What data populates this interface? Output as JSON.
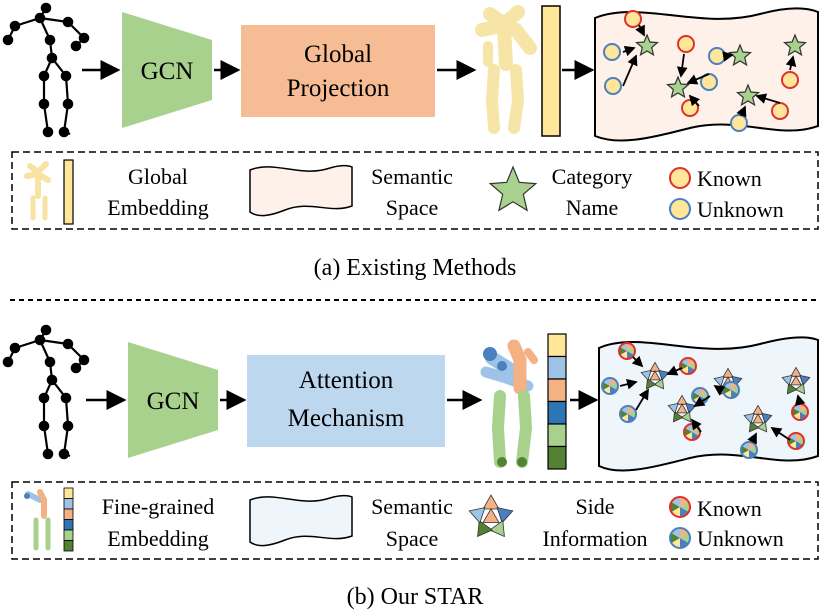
{
  "panel_a": {
    "encoder": "GCN",
    "module": [
      "Global",
      "Projection"
    ],
    "caption": "(a) Existing Methods",
    "legend": {
      "embedding": [
        "Global",
        "Embedding"
      ],
      "space": [
        "Semantic",
        "Space"
      ],
      "category": [
        "Category",
        "Name"
      ],
      "known": "Known",
      "unknown": "Unknown"
    }
  },
  "panel_b": {
    "encoder": "GCN",
    "module": [
      "Attention",
      "Mechanism"
    ],
    "caption": "(b) Our STAR",
    "legend": {
      "embedding": [
        "Fine-grained",
        "Embedding"
      ],
      "space": [
        "Semantic",
        "Space"
      ],
      "side": [
        "Side",
        "Information"
      ],
      "known": "Known",
      "unknown": "Unknown"
    }
  },
  "colors": {
    "gcn": "#a9d18e",
    "projection": "#f4b183",
    "attention": "#bdd7ee",
    "space_a": "#fdf1ea",
    "space_b": "#eef5fb",
    "star": "#a9d18e",
    "known_fill": "#ffe699",
    "known_stroke": "#e0302a",
    "unknown_stroke": "#4a7fc0",
    "bar_gold": "#ffe699"
  }
}
